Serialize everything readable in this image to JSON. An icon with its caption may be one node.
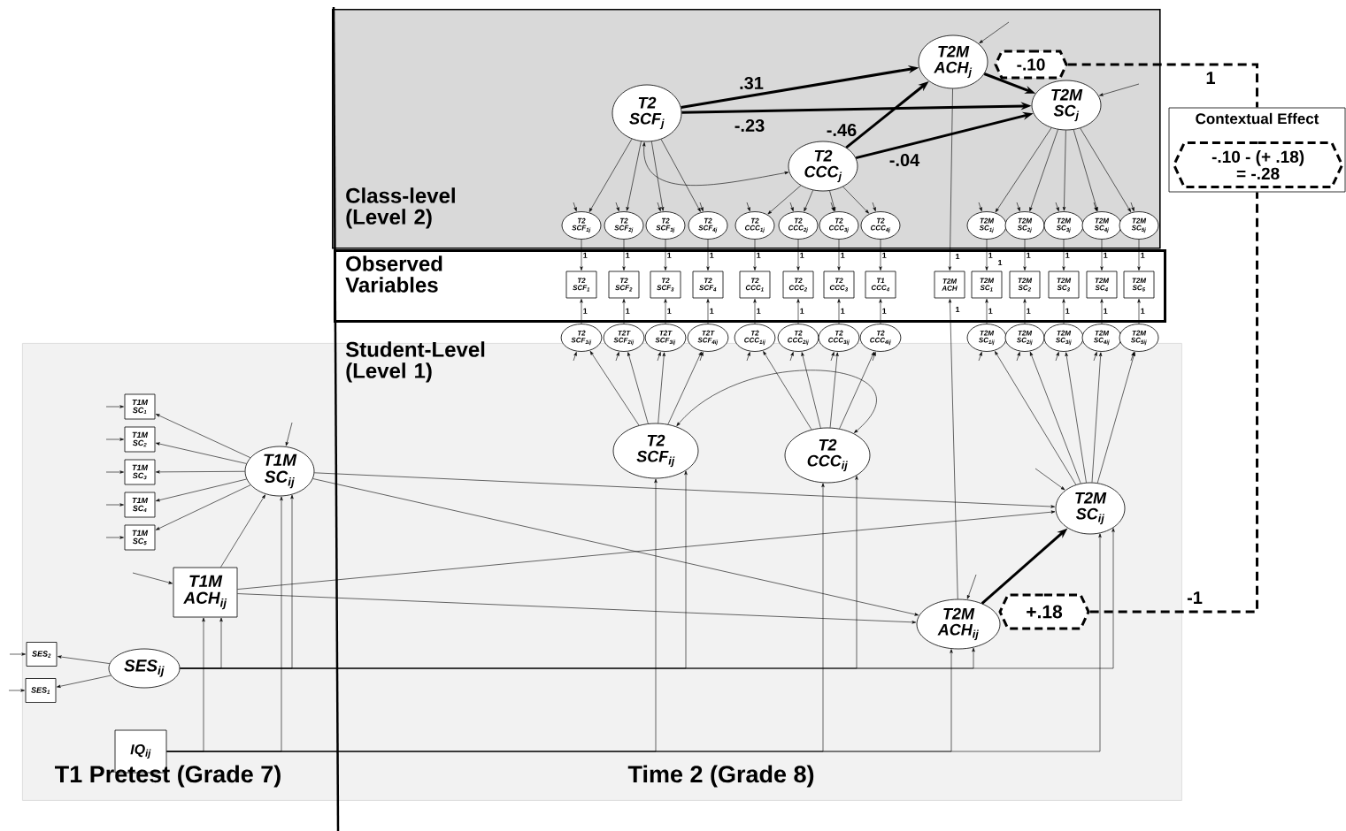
{
  "diagram": {
    "nodes": [
      {
        "text": [
          "Class-level (Level 2)"
        ]
      },
      {
        "text": [
          "Observed Variables"
        ]
      },
      {
        "text": [
          "Student-Level (Level 1)"
        ]
      },
      {
        "text": [
          "T2 SCF$_{j}$"
        ],
        "in": 0
      },
      {
        "text": [
          "T2 CCC$_{j}$"
        ],
        "in": 0
      },
      {
        "text": [
          "T2M ACH$_{j}$"
        ],
        "in": 0
      },
      {
        "text": [
          "T2M SC$_{j}$"
        ],
        "in": 0
      },
      {
        "text": [
          "-.10"
        ],
        "in": 0
      },
      {
        "text": [
          "T2 SCF$_{1j}$"
        ],
        "in": 0
      },
      {
        "text": [
          "T2 SCF$_{2j}$"
        ],
        "in": 0
      },
      {
        "text": [
          "T2 SCF$_{3j}$"
        ],
        "in": 0
      },
      {
        "text": [
          "T2 SCF$_{4j}$"
        ],
        "in": 0
      },
      {
        "text": [
          "T2 CCC$_{1j}$"
        ],
        "in": 0
      },
      {
        "text": [
          "T2 CCC$_{2j}$"
        ],
        "in": 0
      },
      {
        "text": [
          "T2 CCC$_{3j}$"
        ],
        "in": 0
      },
      {
        "text": [
          "T2 CCC$_{4j}$"
        ],
        "in": 0
      },
      {
        "text": [
          "T2M SC$_{1j}$"
        ],
        "in": 0
      },
      {
        "text": [
          "T2M SC$_{2j}$"
        ],
        "in": 0
      },
      {
        "text": [
          "T2M SC$_{3j}$"
        ],
        "in": 0
      },
      {
        "text": [
          "T2M SC$_{4j}$"
        ],
        "in": 0
      },
      {
        "text": [
          "T2M SC$_{5j}$"
        ],
        "in": 0
      },
      {
        "text": [
          "T2 SCF$_{1}$"
        ],
        "in": 1
      },
      {
        "text": [
          "T2 SCF$_{2}$"
        ],
        "in": 1
      },
      {
        "text": [
          "T2 SCF$_{3}$"
        ],
        "in": 1
      },
      {
        "text": [
          "T2 SCF$_{4}$"
        ],
        "in": 1
      },
      {
        "text": [
          "T2 CCC$_{1}$"
        ],
        "in": 1
      },
      {
        "text": [
          "T2 CCC$_{2}$"
        ],
        "in": 1
      },
      {
        "text": [
          "T2 CCC$_{3}$"
        ],
        "in": 1
      },
      {
        "text": [
          "T1 CCC$_{4}$"
        ],
        "in": 1
      },
      {
        "text": [
          "T2M ACH"
        ],
        "in": 1
      },
      {
        "text": [
          "T2M SC$_{1}$"
        ],
        "in": 1
      },
      {
        "text": [
          "T2M SC$_{2}$"
        ],
        "in": 1
      },
      {
        "text": [
          "T2M SC$_{3}$"
        ],
        "in": 1
      },
      {
        "text": [
          "T2M SC$_{4}$"
        ],
        "in": 1
      },
      {
        "text": [
          "T2M SC$_{5}$"
        ],
        "in": 1
      },
      {
        "text": [
          "T2 SCF$_{1ij}$"
        ]
      },
      {
        "text": [
          "T2T SCF$_{2ij}$"
        ]
      },
      {
        "text": [
          "T2T SCF$_{3ij}$"
        ]
      },
      {
        "text": [
          "T2T SCF$_{4ij}$"
        ]
      },
      {
        "text": [
          "T2 CCC$_{1ij}$"
        ]
      },
      {
        "text": [
          "T2 CCC$_{2ij}$"
        ]
      },
      {
        "text": [
          "T2 CCC$_{3ij}$"
        ]
      },
      {
        "text": [
          "T2 CCC$_{4ij}$"
        ]
      },
      {
        "text": [
          "T2M SC$_{1ij}$"
        ]
      },
      {
        "text": [
          "T2M SC$_{2ij}$"
        ]
      },
      {
        "text": [
          "T2M SC$_{3ij}$"
        ]
      },
      {
        "text": [
          "T2M SC$_{4ij}$"
        ]
      },
      {
        "text": [
          "T2M SC$_{5ij}$"
        ]
      },
      {
        "text": [
          "T1M SC$_{1}$"
        ],
        "in": 2
      },
      {
        "text": [
          "T1M SC$_{2}$"
        ],
        "in": 2
      },
      {
        "text": [
          "T1M SC$_{3}$"
        ],
        "in": 2
      },
      {
        "text": [
          "T1M SC$_{4}$"
        ],
        "in": 2
      },
      {
        "text": [
          "T1M SC$_{5}$"
        ],
        "in": 2
      },
      {
        "text": [
          "T1M SC$_{ij}$"
        ],
        "in": 2
      },
      {
        "text": [
          "T1M ACH$_{ij}$"
        ],
        "in": 2
      },
      {
        "text": [
          "SES$_{2}$"
        ],
        "in": 2
      },
      {
        "text": [
          "SES$_{1}$"
        ],
        "in": 2
      },
      {
        "text": [
          "SES$_{ij}$"
        ],
        "in": 2
      },
      {
        "text": [
          "IQ$_{ij}$"
        ],
        "in": 2
      },
      {
        "text": [
          "T2 SCF$_{ij}$"
        ],
        "in": 2
      },
      {
        "text": [
          "T2 CCC$_{ij}$"
        ],
        "in": 2
      },
      {
        "text": [
          "T2M SC$_{ij}$"
        ],
        "in": 2
      },
      {
        "text": [
          "T2M ACH$_{ij}$"
        ],
        "in": 2
      },
      {
        "text": [
          "+.18"
        ],
        "in": 2
      },
      {
        "text": [
          "Contextual Effect"
        ]
      },
      {
        "text": [
          "-.10 - (+ .18) = -.28"
        ],
        "in": 64
      }
    ],
    "edges": [
      {
        "from": 3,
        "to": 5,
        "arrow": "to",
        "label": ".31",
        "style": "thick"
      },
      {
        "from": 3,
        "to": 6,
        "arrow": "to",
        "label": "-.23",
        "style": "thick"
      },
      {
        "from": 4,
        "to": 5,
        "arrow": "to",
        "label": "-.46",
        "style": "thick"
      },
      {
        "from": 4,
        "to": 6,
        "arrow": "to",
        "label": "-.04",
        "style": "thick"
      },
      {
        "from": 5,
        "to": 6,
        "arrow": "to",
        "style": "thick"
      },
      {
        "from": 3,
        "to": 4,
        "arrow": "both"
      },
      {
        "from": 3,
        "to": 8,
        "arrow": "to"
      },
      {
        "from": 3,
        "to": 9,
        "arrow": "to"
      },
      {
        "from": 3,
        "to": 10,
        "arrow": "to"
      },
      {
        "from": 3,
        "to": 11,
        "arrow": "to"
      },
      {
        "from": 4,
        "to": 12,
        "arrow": "to"
      },
      {
        "from": 4,
        "to": 13,
        "arrow": "to"
      },
      {
        "from": 4,
        "to": 14,
        "arrow": "to"
      },
      {
        "from": 4,
        "to": 15,
        "arrow": "to"
      },
      {
        "from": 6,
        "to": 16,
        "arrow": "to"
      },
      {
        "from": 6,
        "to": 17,
        "arrow": "to"
      },
      {
        "from": 6,
        "to": 18,
        "arrow": "to"
      },
      {
        "from": 6,
        "to": 19,
        "arrow": "to"
      },
      {
        "from": 6,
        "to": 20,
        "arrow": "to"
      },
      {
        "from": 8,
        "to": 21,
        "arrow": "to",
        "label": "1"
      },
      {
        "from": 9,
        "to": 22,
        "arrow": "to",
        "label": "1"
      },
      {
        "from": 10,
        "to": 23,
        "arrow": "to",
        "label": "1"
      },
      {
        "from": 11,
        "to": 24,
        "arrow": "to",
        "label": "1"
      },
      {
        "from": 12,
        "to": 25,
        "arrow": "to",
        "label": "1"
      },
      {
        "from": 13,
        "to": 26,
        "arrow": "to",
        "label": "1"
      },
      {
        "from": 14,
        "to": 27,
        "arrow": "to",
        "label": "1"
      },
      {
        "from": 15,
        "to": 28,
        "arrow": "to",
        "label": "1"
      },
      {
        "from": 5,
        "to": 29,
        "arrow": "to",
        "label": "1"
      },
      {
        "from": 16,
        "to": 30,
        "arrow": "to",
        "label": "1"
      },
      {
        "from": 17,
        "to": 31,
        "arrow": "to",
        "label": "1"
      },
      {
        "from": 18,
        "to": 32,
        "arrow": "to",
        "label": "1"
      },
      {
        "from": 19,
        "to": 33,
        "arrow": "to",
        "label": "1"
      },
      {
        "from": 20,
        "to": 34,
        "arrow": "to",
        "label": "1"
      },
      {
        "from": 35,
        "to": 21,
        "arrow": "to",
        "label": "1"
      },
      {
        "from": 36,
        "to": 22,
        "arrow": "to",
        "label": "1"
      },
      {
        "from": 37,
        "to": 23,
        "arrow": "to",
        "label": "1"
      },
      {
        "from": 38,
        "to": 24,
        "arrow": "to",
        "label": "1"
      },
      {
        "from": 39,
        "to": 25,
        "arrow": "to",
        "label": "1"
      },
      {
        "from": 40,
        "to": 26,
        "arrow": "to",
        "label": "1"
      },
      {
        "from": 41,
        "to": 27,
        "arrow": "to",
        "label": "1"
      },
      {
        "from": 42,
        "to": 28,
        "arrow": "to",
        "label": "1"
      },
      {
        "from": 62,
        "to": 29,
        "arrow": "to",
        "label": "1"
      },
      {
        "from": 43,
        "to": 30,
        "arrow": "to",
        "label": "1"
      },
      {
        "from": 44,
        "to": 31,
        "arrow": "to",
        "label": "1"
      },
      {
        "from": 45,
        "to": 32,
        "arrow": "to",
        "label": "1"
      },
      {
        "from": 46,
        "to": 33,
        "arrow": "to",
        "label": "1"
      },
      {
        "from": 47,
        "to": 34,
        "arrow": "to",
        "label": "1"
      },
      {
        "from": 59,
        "to": 35,
        "arrow": "to"
      },
      {
        "from": 59,
        "to": 36,
        "arrow": "to"
      },
      {
        "from": 59,
        "to": 37,
        "arrow": "to"
      },
      {
        "from": 59,
        "to": 38,
        "arrow": "to"
      },
      {
        "from": 60,
        "to": 39,
        "arrow": "to"
      },
      {
        "from": 60,
        "to": 40,
        "arrow": "to"
      },
      {
        "from": 60,
        "to": 41,
        "arrow": "to"
      },
      {
        "from": 60,
        "to": 42,
        "arrow": "to"
      },
      {
        "from": 61,
        "to": 43,
        "arrow": "to"
      },
      {
        "from": 61,
        "to": 44,
        "arrow": "to"
      },
      {
        "from": 61,
        "to": 45,
        "arrow": "to"
      },
      {
        "from": 61,
        "to": 46,
        "arrow": "to"
      },
      {
        "from": 61,
        "to": 47,
        "arrow": "to"
      },
      {
        "from": 59,
        "to": 60,
        "arrow": "both"
      },
      {
        "from": 53,
        "to": 48,
        "arrow": "to"
      },
      {
        "from": 53,
        "to": 49,
        "arrow": "to"
      },
      {
        "from": 53,
        "to": 50,
        "arrow": "to"
      },
      {
        "from": 53,
        "to": 51,
        "arrow": "to"
      },
      {
        "from": 53,
        "to": 52,
        "arrow": "to"
      },
      {
        "from": 54,
        "to": 53,
        "arrow": "to"
      },
      {
        "from": 57,
        "to": 55,
        "arrow": "to"
      },
      {
        "from": 57,
        "to": 56,
        "arrow": "to"
      },
      {
        "from": 57,
        "to": 54,
        "arrow": "to"
      },
      {
        "from": 57,
        "to": 53,
        "arrow": "to"
      },
      {
        "from": 57,
        "to": 59,
        "arrow": "to"
      },
      {
        "from": 57,
        "to": 60,
        "arrow": "to"
      },
      {
        "from": 57,
        "to": 62,
        "arrow": "to"
      },
      {
        "from": 57,
        "to": 61,
        "arrow": "to"
      },
      {
        "from": 58,
        "to": 54,
        "arrow": "to"
      },
      {
        "from": 58,
        "to": 53,
        "arrow": "to"
      },
      {
        "from": 58,
        "to": 59,
        "arrow": "to"
      },
      {
        "from": 58,
        "to": 60,
        "arrow": "to"
      },
      {
        "from": 58,
        "to": 62,
        "arrow": "to"
      },
      {
        "from": 58,
        "to": 61,
        "arrow": "to"
      },
      {
        "from": 53,
        "to": 61,
        "arrow": "to"
      },
      {
        "from": 53,
        "to": 62,
        "arrow": "to"
      },
      {
        "from": 54,
        "to": 61,
        "arrow": "to"
      },
      {
        "from": 54,
        "to": 62,
        "arrow": "to"
      },
      {
        "from": 62,
        "to": 61,
        "arrow": "to",
        "style": "thick"
      },
      {
        "from": 7,
        "to": 64,
        "arrow": "none",
        "label": "1",
        "style": "dashed"
      },
      {
        "from": 63,
        "to": 64,
        "arrow": "none",
        "label": "-1",
        "style": "dashed"
      },
      {
        "from": null,
        "to": 5,
        "arrow": "to"
      },
      {
        "from": null,
        "to": 6,
        "arrow": "to"
      },
      {
        "from": null,
        "to": 8,
        "arrow": "to"
      },
      {
        "from": null,
        "to": 9,
        "arrow": "to"
      },
      {
        "from": null,
        "to": 10,
        "arrow": "to"
      },
      {
        "from": null,
        "to": 11,
        "arrow": "to"
      },
      {
        "from": null,
        "to": 12,
        "arrow": "to"
      },
      {
        "from": null,
        "to": 13,
        "arrow": "to"
      },
      {
        "from": null,
        "to": 14,
        "arrow": "to"
      },
      {
        "from": null,
        "to": 15,
        "arrow": "to"
      },
      {
        "from": null,
        "to": 16,
        "arrow": "to"
      },
      {
        "from": null,
        "to": 17,
        "arrow": "to"
      },
      {
        "from": null,
        "to": 18,
        "arrow": "to"
      },
      {
        "from": null,
        "to": 19,
        "arrow": "to"
      },
      {
        "from": null,
        "to": 20,
        "arrow": "to"
      },
      {
        "from": null,
        "to": 35,
        "arrow": "to"
      },
      {
        "from": null,
        "to": 36,
        "arrow": "to"
      },
      {
        "from": null,
        "to": 37,
        "arrow": "to"
      },
      {
        "from": null,
        "to": 38,
        "arrow": "to"
      },
      {
        "from": null,
        "to": 39,
        "arrow": "to"
      },
      {
        "from": null,
        "to": 40,
        "arrow": "to"
      },
      {
        "from": null,
        "to": 41,
        "arrow": "to"
      },
      {
        "from": null,
        "to": 42,
        "arrow": "to"
      },
      {
        "from": null,
        "to": 43,
        "arrow": "to"
      },
      {
        "from": null,
        "to": 44,
        "arrow": "to"
      },
      {
        "from": null,
        "to": 45,
        "arrow": "to"
      },
      {
        "from": null,
        "to": 46,
        "arrow": "to"
      },
      {
        "from": null,
        "to": 47,
        "arrow": "to"
      },
      {
        "from": null,
        "to": 48,
        "arrow": "to"
      },
      {
        "from": null,
        "to": 49,
        "arrow": "to"
      },
      {
        "from": null,
        "to": 50,
        "arrow": "to"
      },
      {
        "from": null,
        "to": 51,
        "arrow": "to"
      },
      {
        "from": null,
        "to": 52,
        "arrow": "to"
      },
      {
        "from": null,
        "to": 53,
        "arrow": "to"
      },
      {
        "from": null,
        "to": 54,
        "arrow": "to"
      },
      {
        "from": null,
        "to": 55,
        "arrow": "to"
      },
      {
        "from": null,
        "to": 56,
        "arrow": "to"
      },
      {
        "from": null,
        "to": 61,
        "arrow": "to"
      },
      {
        "from": null,
        "to": 62,
        "arrow": "to"
      }
    ],
    "labels": [
      "1",
      "T1 Pretest (Grade 7)",
      "Time 2 (Grade 8)"
    ]
  }
}
